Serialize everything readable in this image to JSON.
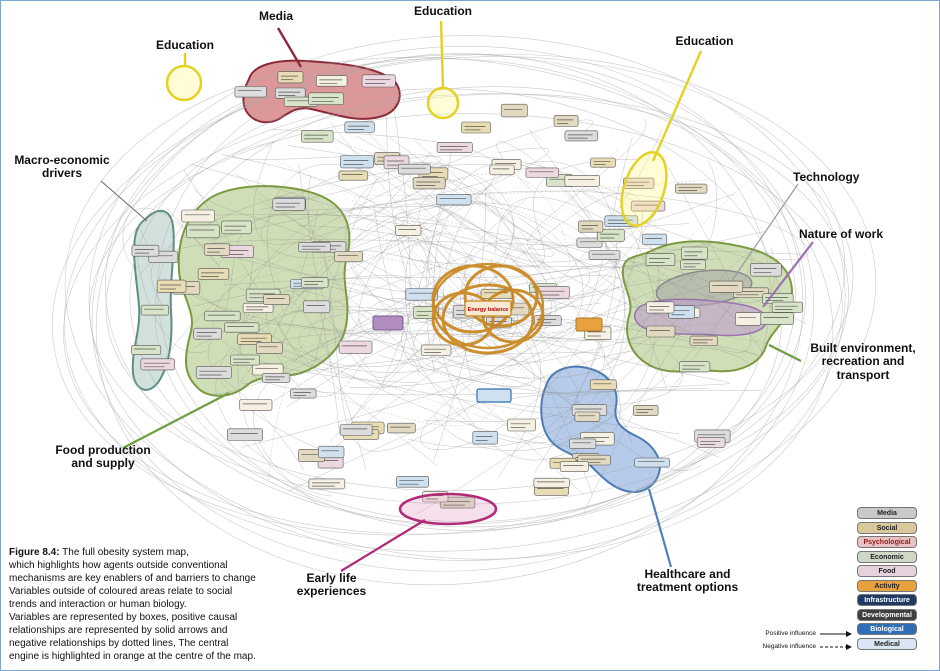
{
  "caption": {
    "figure_label": "Figure 8.4:",
    "lines": [
      " The full obesity system map,",
      "which highlights how agents outside conventional",
      "mechanisms are key enablers of and barriers to change",
      "Variables outside of coloured areas relate to social",
      "trends and interaction or human biology.",
      "Variables are represented by boxes, positive causal",
      "relationships are represented by solid arrows and",
      "negative relationships by dotted lines, The central",
      "engine is highlighted in orange at the centre of the map."
    ]
  },
  "center": {
    "label": "Energy balance",
    "color": "#c00000",
    "engine_color": "#c8841a"
  },
  "annotations": {
    "media": {
      "label": "Media",
      "color": "#8b2a3a"
    },
    "education_left": {
      "label": "Education",
      "color": "#e3d224"
    },
    "education_top": {
      "label": "Education",
      "color": "#e3d224"
    },
    "education_right": {
      "label": "Education",
      "color": "#e3d224"
    },
    "macro_economic": {
      "label": "Macro-economic drivers",
      "color": "#5e8d83"
    },
    "technology": {
      "label": "Technology",
      "color": "#9a9a9a"
    },
    "nature_of_work": {
      "label": "Nature of work",
      "color": "#9b72b0"
    },
    "built_environment": {
      "label": "Built environment, recreation and transport",
      "color": "#6f9e3f"
    },
    "food_production": {
      "label": "Food production and supply",
      "color": "#6f9e3f"
    },
    "early_life": {
      "label": "Early life experiences",
      "color": "#b02a78"
    },
    "healthcare": {
      "label": "Healthcare and treatment options",
      "color": "#4f81bd"
    }
  },
  "legend": {
    "categories": [
      {
        "label": "Media",
        "fill": "#c9c9c9",
        "text": "#222222"
      },
      {
        "label": "Social",
        "fill": "#d9c99a",
        "text": "#222222"
      },
      {
        "label": "Psychological",
        "fill": "#eac1c1",
        "text": "#8a1f1f"
      },
      {
        "label": "Economic",
        "fill": "#cfd8c4",
        "text": "#222222"
      },
      {
        "label": "Food",
        "fill": "#e6d2dd",
        "text": "#222222"
      },
      {
        "label": "Activity",
        "fill": "#e8a13f",
        "text": "#222222"
      },
      {
        "label": "Infrastructure",
        "fill": "#203a64",
        "text": "#ffffff"
      },
      {
        "label": "Developmental",
        "fill": "#3f3f3f",
        "text": "#ffffff"
      },
      {
        "label": "Biological",
        "fill": "#2f6eb5",
        "text": "#ffffff"
      },
      {
        "label": "Medical",
        "fill": "#d9e6f4",
        "text": "#222222"
      }
    ],
    "positive_label": "Positive influence",
    "negative_label": "Negative influence"
  }
}
